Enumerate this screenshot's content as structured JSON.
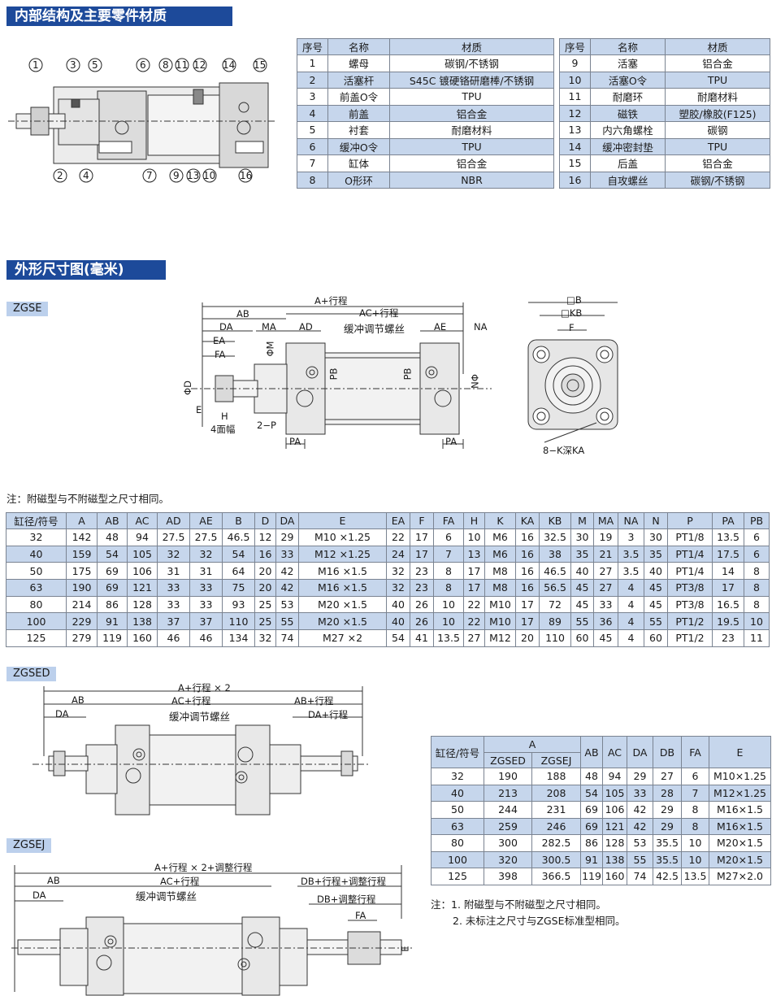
{
  "section1": {
    "title": "内部结构及主要零件材质"
  },
  "section2": {
    "title": "外形尺寸图(毫米)"
  },
  "structure_callouts": {
    "top": [
      "1",
      "3",
      "5",
      "6",
      "8",
      "11",
      "12",
      "14",
      "15"
    ],
    "bottom": [
      "2",
      "4",
      "7",
      "9",
      "13",
      "10",
      "16"
    ]
  },
  "parts_table": {
    "headers": [
      "序号",
      "名称",
      "材质"
    ],
    "left": [
      [
        "1",
        "螺母",
        "碳钢/不锈钢"
      ],
      [
        "2",
        "活塞杆",
        "S45C 镀硬铬研磨棒/不锈钢"
      ],
      [
        "3",
        "前盖O令",
        "TPU"
      ],
      [
        "4",
        "前盖",
        "铝合金"
      ],
      [
        "5",
        "衬套",
        "耐磨材料"
      ],
      [
        "6",
        "缓冲O令",
        "TPU"
      ],
      [
        "7",
        "缸体",
        "铝合金"
      ],
      [
        "8",
        "O形环",
        "NBR"
      ]
    ],
    "right": [
      [
        "9",
        "活塞",
        "铝合金"
      ],
      [
        "10",
        "活塞O令",
        "TPU"
      ],
      [
        "11",
        "耐磨环",
        "耐磨材料"
      ],
      [
        "12",
        "磁铁",
        "塑胶/橡胶(F125)"
      ],
      [
        "13",
        "内六角螺栓",
        "碳钢"
      ],
      [
        "14",
        "缓冲密封垫",
        "TPU"
      ],
      [
        "15",
        "后盖",
        "铝合金"
      ],
      [
        "16",
        "自攻螺丝",
        "碳钢/不锈钢"
      ]
    ]
  },
  "zgse": {
    "label": "ZGSE",
    "dims": {
      "a_stroke": "A+行程",
      "ab": "AB",
      "ac_stroke": "AC+行程",
      "da": "DA",
      "ma": "MA",
      "ad": "AD",
      "ae": "AE",
      "na": "NA",
      "ea": "EA",
      "fa": "FA",
      "phi_m": "ΦM",
      "phi_d": "ΦD",
      "phi_n": "ΦN",
      "pb": "PB",
      "pb2": "PB",
      "e": "E",
      "h": "H",
      "four_faces": "4面幅",
      "two_p": "2−P",
      "pa": "PA",
      "pa2": "PA",
      "cushion": "缓冲调节螺丝",
      "sq_b": "□B",
      "sq_kb": "□KB",
      "f": "F",
      "k": "8−K深KA"
    },
    "note": "注：附磁型与不附磁型之尺寸相同。",
    "table": {
      "headers": [
        "缸径/符号",
        "A",
        "AB",
        "AC",
        "AD",
        "AE",
        "B",
        "D",
        "DA",
        "E",
        "EA",
        "F",
        "FA",
        "H",
        "K",
        "KA",
        "KB",
        "M",
        "MA",
        "NA",
        "N",
        "P",
        "PA",
        "PB"
      ],
      "rows": [
        [
          "32",
          "142",
          "48",
          "94",
          "27.5",
          "27.5",
          "46.5",
          "12",
          "29",
          "M10 ×1.25",
          "22",
          "17",
          "6",
          "10",
          "M6",
          "16",
          "32.5",
          "30",
          "19",
          "3",
          "30",
          "PT1/8",
          "13.5",
          "6"
        ],
        [
          "40",
          "159",
          "54",
          "105",
          "32",
          "32",
          "54",
          "16",
          "33",
          "M12 ×1.25",
          "24",
          "17",
          "7",
          "13",
          "M6",
          "16",
          "38",
          "35",
          "21",
          "3.5",
          "35",
          "PT1/4",
          "17.5",
          "6"
        ],
        [
          "50",
          "175",
          "69",
          "106",
          "31",
          "31",
          "64",
          "20",
          "42",
          "M16 ×1.5",
          "32",
          "23",
          "8",
          "17",
          "M8",
          "16",
          "46.5",
          "40",
          "27",
          "3.5",
          "40",
          "PT1/4",
          "14",
          "8"
        ],
        [
          "63",
          "190",
          "69",
          "121",
          "33",
          "33",
          "75",
          "20",
          "42",
          "M16 ×1.5",
          "32",
          "23",
          "8",
          "17",
          "M8",
          "16",
          "56.5",
          "45",
          "27",
          "4",
          "45",
          "PT3/8",
          "17",
          "8"
        ],
        [
          "80",
          "214",
          "86",
          "128",
          "33",
          "33",
          "93",
          "25",
          "53",
          "M20 ×1.5",
          "40",
          "26",
          "10",
          "22",
          "M10",
          "17",
          "72",
          "45",
          "33",
          "4",
          "45",
          "PT3/8",
          "16.5",
          "8"
        ],
        [
          "100",
          "229",
          "91",
          "138",
          "37",
          "37",
          "110",
          "25",
          "55",
          "M20 ×1.5",
          "40",
          "26",
          "10",
          "22",
          "M10",
          "17",
          "89",
          "55",
          "36",
          "4",
          "55",
          "PT1/2",
          "19.5",
          "10"
        ],
        [
          "125",
          "279",
          "119",
          "160",
          "46",
          "46",
          "134",
          "32",
          "74",
          "M27 ×2",
          "54",
          "41",
          "13.5",
          "27",
          "M12",
          "20",
          "110",
          "60",
          "45",
          "4",
          "60",
          "PT1/2",
          "23",
          "11"
        ]
      ]
    }
  },
  "zgsed": {
    "label": "ZGSED",
    "dims": {
      "a2": "A+行程 × 2",
      "ab": "AB",
      "ac": "AC+行程",
      "ab_s": "AB+行程",
      "da": "DA",
      "da_s": "DA+行程",
      "cushion": "缓冲调节螺丝"
    }
  },
  "zgsej": {
    "label": "ZGSEJ",
    "dims": {
      "a2": "A+行程 × 2+调整行程",
      "ab": "AB",
      "ac": "AC+行程",
      "db_s": "DB+行程+调整行程",
      "da": "DA",
      "db": "DB+调整行程",
      "fa": "FA",
      "e": "E",
      "cushion": "缓冲调节螺丝"
    }
  },
  "double_table": {
    "h_bore": "缸径/符号",
    "h_a": "A",
    "h_sub": [
      "ZGSED",
      "ZGSEJ"
    ],
    "h_rest": [
      "AB",
      "AC",
      "DA",
      "DB",
      "FA",
      "E"
    ],
    "rows": [
      [
        "32",
        "190",
        "188",
        "48",
        "94",
        "29",
        "27",
        "6",
        "M10×1.25"
      ],
      [
        "40",
        "213",
        "208",
        "54",
        "105",
        "33",
        "28",
        "7",
        "M12×1.25"
      ],
      [
        "50",
        "244",
        "231",
        "69",
        "106",
        "42",
        "29",
        "8",
        "M16×1.5"
      ],
      [
        "63",
        "259",
        "246",
        "69",
        "121",
        "42",
        "29",
        "8",
        "M16×1.5"
      ],
      [
        "80",
        "300",
        "282.5",
        "86",
        "128",
        "53",
        "35.5",
        "10",
        "M20×1.5"
      ],
      [
        "100",
        "320",
        "300.5",
        "91",
        "138",
        "55",
        "35.5",
        "10",
        "M20×1.5"
      ],
      [
        "125",
        "398",
        "366.5",
        "119",
        "160",
        "74",
        "42.5",
        "13.5",
        "M27×2.0"
      ]
    ],
    "note1": "注：1. 附磁型与不附磁型之尺寸相同。",
    "note2": "2. 未标注之尺寸与ZGSE标准型相同。"
  }
}
